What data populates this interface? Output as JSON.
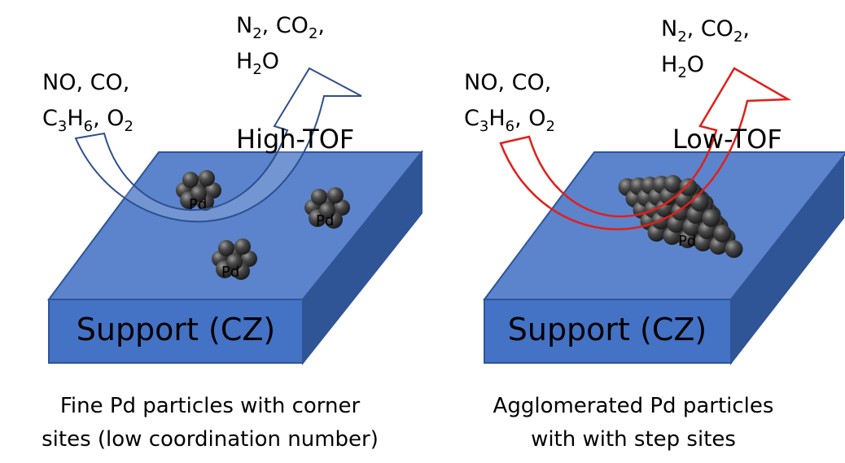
{
  "left_panel": {
    "reactants": {
      "line1": "NO, CO,",
      "l2_c": "C",
      "l2_c_sub": "3",
      "l2_h": "H",
      "l2_h_sub": "6",
      "l2_tail": ", O",
      "l2_o_sub": "2"
    },
    "products": {
      "l1_n": "N",
      "l1_n_sub": "2",
      "l1_mid": ", CO",
      "l1_co_sub": "2",
      "l1_tail": ",",
      "l2_h": "H",
      "l2_h_sub": "2",
      "l2_o": "O"
    },
    "tof_label": "High-TOF",
    "support_label": "Support (CZ)",
    "particles": [
      {
        "label": "Pd"
      },
      {
        "label": "Pd"
      },
      {
        "label": "Pd"
      }
    ],
    "caption_line1": "Fine Pd particles with corner",
    "caption_line2": "sites (low coordination number)",
    "arrow_color": "#2e4f8e"
  },
  "right_panel": {
    "reactants": {
      "line1": "NO, CO,",
      "l2_c": "C",
      "l2_c_sub": "3",
      "l2_h": "H",
      "l2_h_sub": "6",
      "l2_tail": ", O",
      "l2_o_sub": "2"
    },
    "products": {
      "l1_n": "N",
      "l1_n_sub": "2",
      "l1_mid": ", CO",
      "l1_co_sub": "2",
      "l1_tail": ",",
      "l2_h": "H",
      "l2_h_sub": "2",
      "l2_o": "O"
    },
    "tof_label": "Low-TOF",
    "support_label": "Support (CZ)",
    "particles": [
      {
        "label": "Pd"
      }
    ],
    "caption_line1": "Agglomerated Pd particles",
    "caption_line2": "with with step sites",
    "arrow_color": "#e0201a"
  },
  "colors": {
    "support_top": "#5b84cc",
    "support_front": "#4472c4",
    "support_side": "#2f5597",
    "particle": "#3a3a3a"
  }
}
